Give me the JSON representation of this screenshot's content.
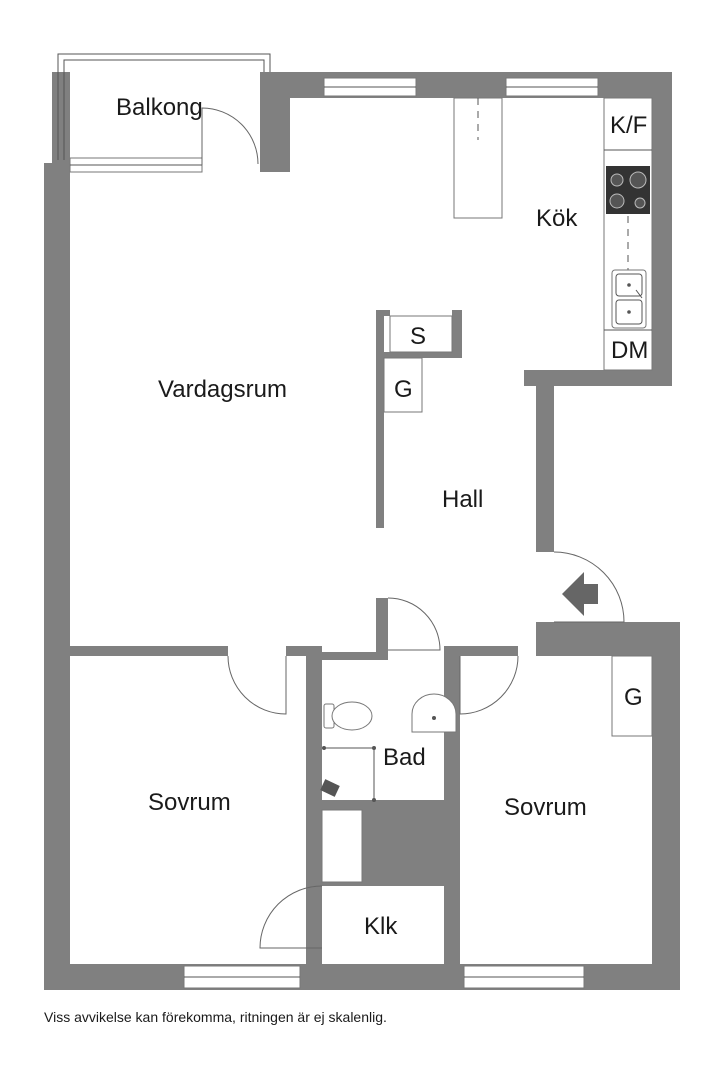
{
  "rooms": {
    "balkong": "Balkong",
    "kok": "Kök",
    "kf": "K/F",
    "dm": "DM",
    "s": "S",
    "g1": "G",
    "vardagsrum": "Vardagsrum",
    "hall": "Hall",
    "bad": "Bad",
    "sovrum_left": "Sovrum",
    "sovrum_right": "Sovrum",
    "g2": "G",
    "klk": "Klk"
  },
  "footer": {
    "note": "Viss avvikelse kan förekomma, ritningen är ej skalenlig."
  },
  "colors": {
    "wall": "#808080",
    "background": "#ffffff",
    "text": "#1a1a1a"
  },
  "icons": [
    "entrance-arrow-icon",
    "stove-icon",
    "sink-icon",
    "toilet-icon",
    "washbasin-icon",
    "shower-icon"
  ]
}
